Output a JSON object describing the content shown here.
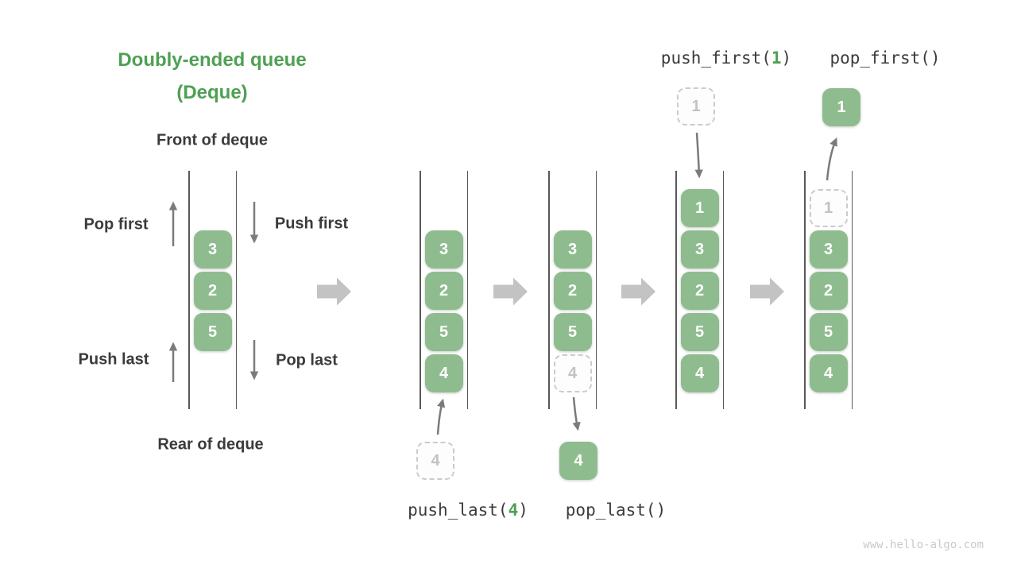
{
  "title": {
    "line1": "Doubly-ended queue",
    "line2": "(Deque)"
  },
  "anatomy": {
    "front_label": "Front of deque",
    "rear_label": "Rear of deque",
    "pop_first_label": "Pop first",
    "push_first_label": "Push first",
    "push_last_label": "Push last",
    "pop_last_label": "Pop last",
    "cells": [
      "3",
      "2",
      "5"
    ]
  },
  "operations": {
    "push_first": {
      "prefix": "push_first(",
      "arg": "1",
      "suffix": ")"
    },
    "pop_first": {
      "label": "pop_first()"
    },
    "push_last": {
      "prefix": "push_last(",
      "arg": "4",
      "suffix": ")"
    },
    "pop_last": {
      "label": "pop_last()"
    }
  },
  "queues": {
    "a": {
      "cells": [
        "3",
        "2",
        "5",
        "4"
      ],
      "incoming_value": "4"
    },
    "b": {
      "cells": [
        "3",
        "2",
        "5"
      ],
      "ghost_value": "4",
      "outgoing_value": "4"
    },
    "c": {
      "cells": [
        "1",
        "3",
        "2",
        "5",
        "4"
      ],
      "incoming_value": "1"
    },
    "d": {
      "ghost_value": "1",
      "cells": [
        "3",
        "2",
        "5",
        "4"
      ],
      "outgoing_value": "1"
    }
  },
  "watermark": "www.hello-algo.com",
  "colors": {
    "box_green": "#8FBC8F",
    "title_green": "#4FA053",
    "code_arg_green": "#4FA053",
    "text_dark": "#3B3B3B",
    "ghost_border": "#CBCBCB",
    "ghost_text": "#C2C2C2",
    "line_gray": "#585858",
    "small_arrow_gray": "#7B7B7B",
    "big_arrow_gray": "#C3C3C3",
    "watermark_gray": "#C9C9C9"
  }
}
